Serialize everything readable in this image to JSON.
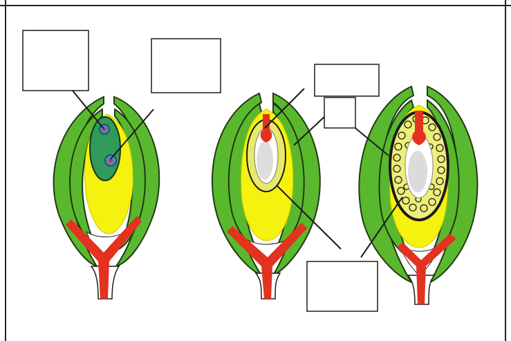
{
  "diagram": {
    "colors": {
      "integument_green": "#5ab82e",
      "integument_outline": "#1f3a12",
      "nucellus_yellow": "#f4f20e",
      "embryo_sac_green": "#2f9a5a",
      "vascular_red": "#e3321f",
      "nucleus_blue": "#4e86c8",
      "line": "#1a1a1a",
      "box_border": "#1a1a1a"
    },
    "label_boxes": [
      {
        "id": "box-1",
        "text": ""
      },
      {
        "id": "box-2",
        "text": ""
      },
      {
        "id": "box-3",
        "text": ""
      },
      {
        "id": "box-4",
        "text": ""
      },
      {
        "id": "box-5",
        "text": ""
      }
    ],
    "stages": [
      "ovule-early",
      "ovule-middle",
      "ovule-late"
    ]
  }
}
